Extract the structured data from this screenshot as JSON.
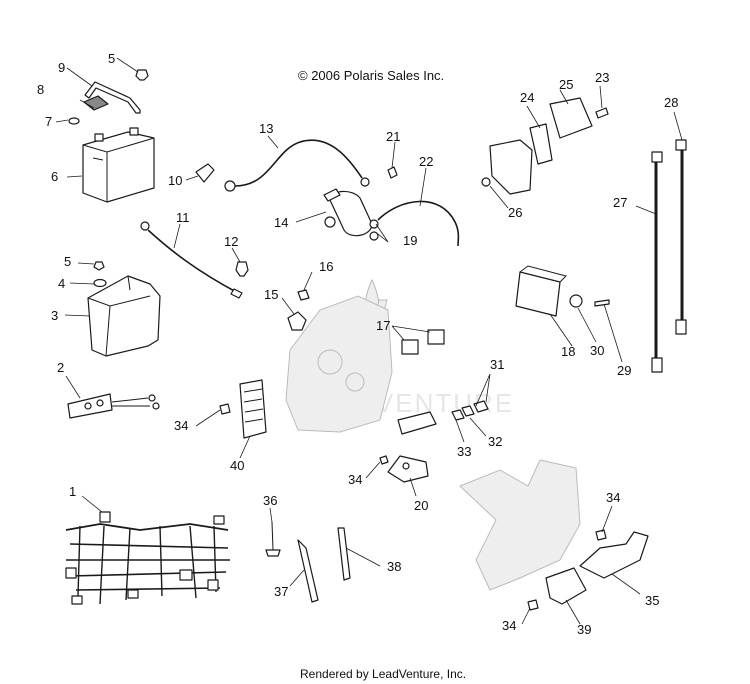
{
  "copyright": "© 2006 Polaris Sales Inc.",
  "footer": "Rendered by LeadVenture, Inc.",
  "watermark": "LEADVENTURE",
  "callouts": [
    "1",
    "2",
    "3",
    "4",
    "5",
    "5",
    "6",
    "7",
    "8",
    "9",
    "10",
    "11",
    "12",
    "13",
    "14",
    "15",
    "16",
    "17",
    "18",
    "19",
    "20",
    "21",
    "22",
    "23",
    "24",
    "25",
    "26",
    "27",
    "28",
    "29",
    "30",
    "31",
    "32",
    "33",
    "34",
    "34",
    "34",
    "34",
    "35",
    "36",
    "37",
    "38",
    "39",
    "40"
  ]
}
